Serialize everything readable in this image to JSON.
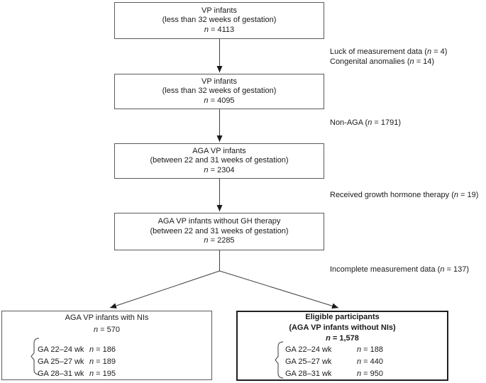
{
  "diagram": {
    "colors": {
      "box_border": "#5a5a5a",
      "emphasis_border": "#1f1f1f",
      "connector": "#3f3f3f",
      "text": "#1a1a1a",
      "background": "#ffffff"
    },
    "main_boxes": [
      {
        "lines": [
          [
            {
              "t": "VP infants"
            }
          ],
          [
            {
              "t": "(less than 32 weeks of gestation)"
            }
          ],
          [
            {
              "t": "n",
              "i": true
            },
            {
              "t": " = 4113"
            }
          ]
        ]
      },
      {
        "lines": [
          [
            {
              "t": "VP infants"
            }
          ],
          [
            {
              "t": "(less than 32 weeks of gestation)"
            }
          ],
          [
            {
              "t": "n",
              "i": true
            },
            {
              "t": " = 4095"
            }
          ]
        ]
      },
      {
        "lines": [
          [
            {
              "t": "AGA VP infants"
            }
          ],
          [
            {
              "t": "(between 22 and 31 weeks of gestation)"
            }
          ],
          [
            {
              "t": "n",
              "i": true
            },
            {
              "t": " = 2304"
            }
          ]
        ]
      },
      {
        "lines": [
          [
            {
              "t": "AGA VP infants without GH therapy"
            }
          ],
          [
            {
              "t": "(between 22 and 31 weeks of gestation)"
            }
          ],
          [
            {
              "t": "n",
              "i": true
            },
            {
              "t": " = 2285"
            }
          ]
        ]
      }
    ],
    "side_notes": [
      {
        "lines": [
          [
            {
              "t": "Luck of measurement data ("
            },
            {
              "t": "n",
              "i": true
            },
            {
              "t": " = 4)"
            }
          ],
          [
            {
              "t": "Congenital anomalies ("
            },
            {
              "t": "n",
              "i": true
            },
            {
              "t": " = 14)"
            }
          ]
        ]
      },
      {
        "lines": [
          [
            {
              "t": "Non-AGA ("
            },
            {
              "t": "n",
              "i": true
            },
            {
              "t": " = 1791)"
            }
          ]
        ]
      },
      {
        "lines": [
          [
            {
              "t": "Received growth hormone therapy ("
            },
            {
              "t": "n",
              "i": true
            },
            {
              "t": " = 19)"
            }
          ]
        ]
      },
      {
        "lines": [
          [
            {
              "t": "Incomplete measurement data ("
            },
            {
              "t": "n",
              "i": true
            },
            {
              "t": " = 137)"
            }
          ]
        ]
      }
    ],
    "outcome_boxes": [
      {
        "title_lines": [
          [
            {
              "t": "AGA VP infants with NIs"
            }
          ],
          [
            {
              "t": "n",
              "i": true
            },
            {
              "t": " = 570"
            }
          ]
        ],
        "ga_rows": [
          {
            "label": "GA 22–24 wk",
            "value": [
              {
                "t": "n",
                "i": true
              },
              {
                "t": " = 186"
              }
            ]
          },
          {
            "label": "GA 25–27 wk",
            "value": [
              {
                "t": "n",
                "i": true
              },
              {
                "t": " = 189"
              }
            ]
          },
          {
            "label": "GA 28–31 wk",
            "value": [
              {
                "t": "n",
                "i": true
              },
              {
                "t": " = 195"
              }
            ]
          }
        ]
      },
      {
        "title_lines": [
          [
            {
              "t": "Eligible participants",
              "b": true
            }
          ],
          [
            {
              "t": "(AGA VP infants without NIs)",
              "b": true
            }
          ],
          [
            {
              "t": "n",
              "i": true,
              "b": true
            },
            {
              "t": " = 1,578",
              "b": true
            }
          ]
        ],
        "ga_rows": [
          {
            "label": "GA 22–24 wk",
            "value": [
              {
                "t": "n",
                "i": true
              },
              {
                "t": " = 188"
              }
            ]
          },
          {
            "label": "GA 25–27 wk",
            "value": [
              {
                "t": "n",
                "i": true
              },
              {
                "t": " = 440"
              }
            ]
          },
          {
            "label": "GA 28–31 wk",
            "value": [
              {
                "t": "n",
                "i": true
              },
              {
                "t": " = 950"
              }
            ]
          }
        ]
      }
    ]
  }
}
